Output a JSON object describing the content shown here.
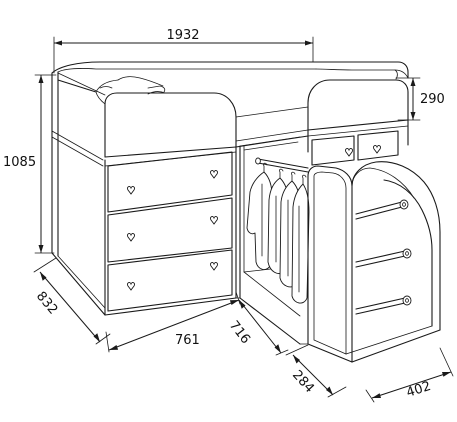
{
  "dimensions": {
    "width_total": "1932",
    "side_height": "290",
    "height_total": "1085",
    "depth": "832",
    "chest_width": "761",
    "wardrobe_width": "716",
    "ladder_width": "284",
    "ladder_depth": "402"
  },
  "colors": {
    "line": "#1a1a1a",
    "background": "#ffffff"
  }
}
